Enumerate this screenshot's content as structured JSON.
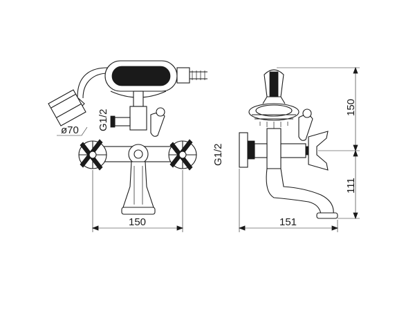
{
  "labels": {
    "diameter_shower": "ø70",
    "thread_front": "G1/2",
    "thread_side": "G1/2",
    "width_front": "150",
    "depth_side": "151",
    "height_upper": "150",
    "height_lower": "111"
  }
}
